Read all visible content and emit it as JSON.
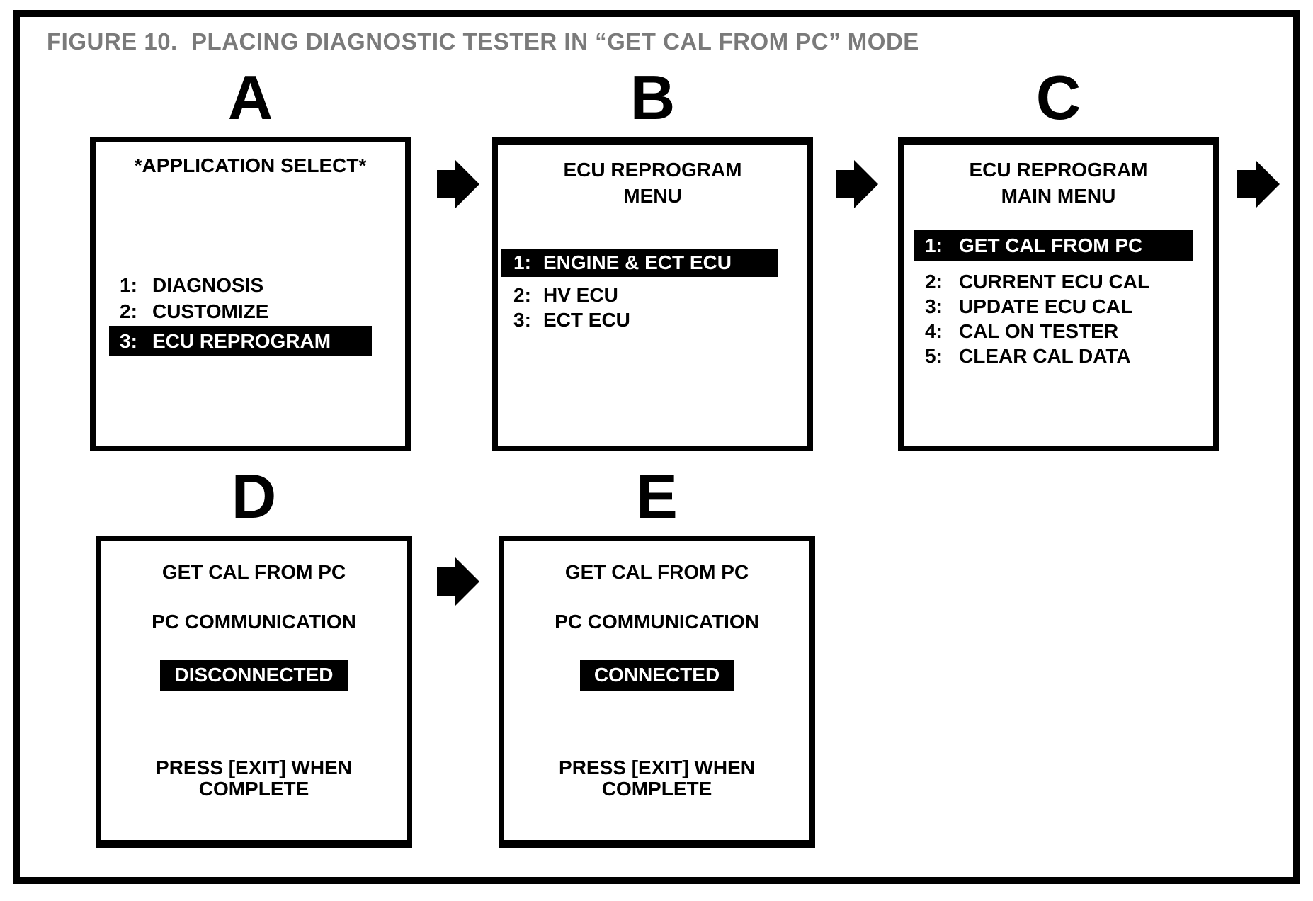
{
  "figure": {
    "title": "FIGURE 10.  PLACING DIAGNOSTIC TESTER IN “GET CAL FROM PC” MODE"
  },
  "colors": {
    "ink": "#000000",
    "paper": "#ffffff",
    "figure_title_gray": "#7a7a7a",
    "highlight_bg": "#000000",
    "highlight_text": "#ffffff"
  },
  "icons": {
    "flow_arrow": "right-block-arrow"
  },
  "screens": {
    "a": {
      "label": "A",
      "title": "*APPLICATION SELECT*",
      "items": [
        {
          "num": "1:",
          "label": "DIAGNOSIS",
          "highlighted": false
        },
        {
          "num": "2:",
          "label": "CUSTOMIZE",
          "highlighted": false
        },
        {
          "num": "3:",
          "label": "ECU REPROGRAM",
          "highlighted": true
        }
      ]
    },
    "b": {
      "label": "B",
      "title": "ECU REPROGRAM\nMENU",
      "items": [
        {
          "num": "1:",
          "label": "ENGINE & ECT ECU",
          "highlighted": true
        },
        {
          "num": "2:",
          "label": "HV ECU",
          "highlighted": false
        },
        {
          "num": "3:",
          "label": "ECT ECU",
          "highlighted": false
        }
      ]
    },
    "c": {
      "label": "C",
      "title": "ECU REPROGRAM\nMAIN MENU",
      "items": [
        {
          "num": "1:",
          "label": "GET CAL FROM PC",
          "highlighted": true
        },
        {
          "num": "2:",
          "label": "CURRENT ECU CAL",
          "highlighted": false
        },
        {
          "num": "3:",
          "label": "UPDATE ECU CAL",
          "highlighted": false
        },
        {
          "num": "4:",
          "label": "CAL ON TESTER",
          "highlighted": false
        },
        {
          "num": "5:",
          "label": "CLEAR CAL DATA",
          "highlighted": false
        }
      ]
    },
    "d": {
      "label": "D",
      "line1": "GET CAL FROM PC",
      "line2": "PC COMMUNICATION",
      "status": "DISCONNECTED",
      "status_highlighted": true,
      "footer": "PRESS [EXIT] WHEN\nCOMPLETE"
    },
    "e": {
      "label": "E",
      "line1": "GET CAL FROM PC",
      "line2": "PC COMMUNICATION",
      "status": "CONNECTED",
      "status_highlighted": true,
      "footer": "PRESS [EXIT] WHEN\nCOMPLETE"
    }
  }
}
